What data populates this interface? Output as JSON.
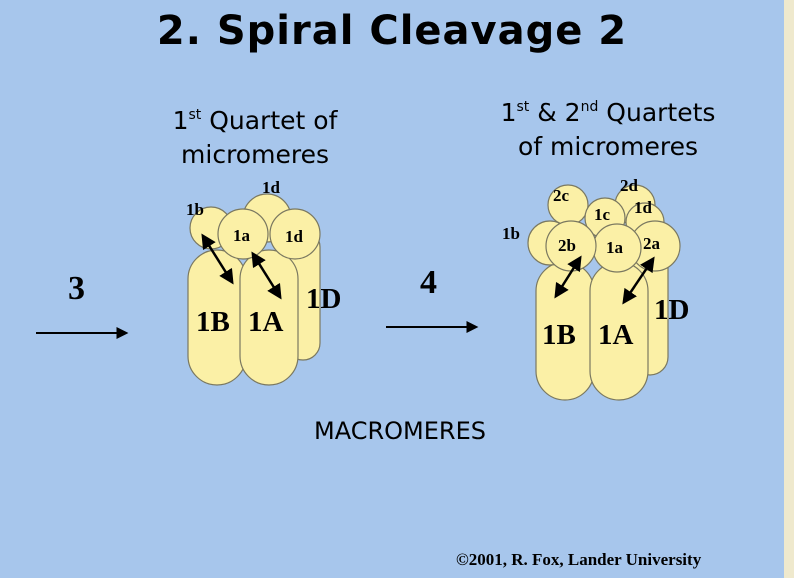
{
  "title": "2. Spiral Cleavage 2",
  "left_caption": {
    "pre": "1",
    "sup": "st",
    "post": " Quartet of",
    "line2": "micromeres"
  },
  "right_caption": {
    "pre": "1",
    "sup1": "st",
    "mid": " & 2",
    "sup2": "nd",
    "post": " Quartets",
    "line2": "of micromeres"
  },
  "macromeres_label": "MACROMERES",
  "step_labels": [
    "3",
    "4"
  ],
  "left_cells": {
    "macro_b": "1B",
    "macro_a": "1A",
    "macro_d": "1D",
    "micro_a": "1a",
    "micro_b": "1b",
    "micro_d": "1d",
    "micro_d_top": "1d"
  },
  "right_cells": {
    "macro_b": "1B",
    "macro_a": "1A",
    "macro_d": "1D",
    "q2_c": "2c",
    "q2_d": "2d",
    "q1_c": "1c",
    "q1_d": "1d",
    "q1_b": "1b",
    "q2_b": "2b",
    "q1_a": "1a",
    "q2_a": "2a"
  },
  "copyright": "©2001, R. Fox, Lander University",
  "colors": {
    "background": "#a7c6ec",
    "cell_fill": "#fbf0a6",
    "cell_stroke": "#7a7860",
    "frame": "#efe9cd"
  }
}
